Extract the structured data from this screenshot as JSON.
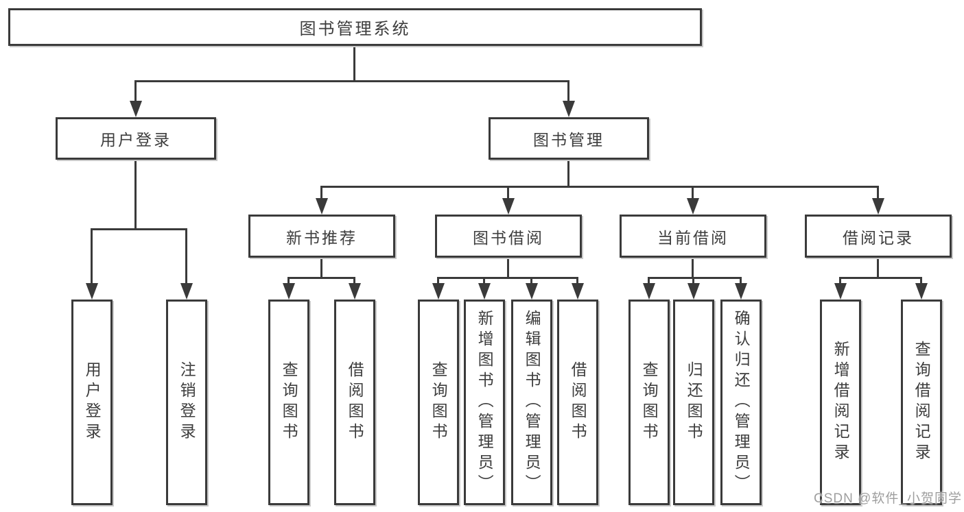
{
  "colors": {
    "line": "#3a3a3a",
    "text": "#3d3d3d",
    "box_fill": "#ffffff",
    "background": "#ffffff",
    "watermark": "#9e9e9e"
  },
  "tree": {
    "root": {
      "label": "图书管理系统"
    },
    "level2": [
      {
        "label": "用户登录",
        "leaves": [
          "用户登录",
          "注销登录"
        ]
      },
      {
        "label": "图书管理",
        "sections": [
          {
            "label": "新书推荐",
            "leaves": [
              "查询图书",
              "借阅图书"
            ]
          },
          {
            "label": "图书借阅",
            "leaves": [
              "查询图书",
              "新增图书（管理员）",
              "编辑图书（管理员）",
              "借阅图书"
            ]
          },
          {
            "label": "当前借阅",
            "leaves": [
              "查询图书",
              "归还图书",
              "确认归还（管理员）"
            ]
          },
          {
            "label": "借阅记录",
            "leaves": [
              "新增借阅记录",
              "查询借阅记录"
            ]
          }
        ]
      }
    ]
  },
  "watermark": {
    "text": "CSDN @软件_小贺同学"
  }
}
